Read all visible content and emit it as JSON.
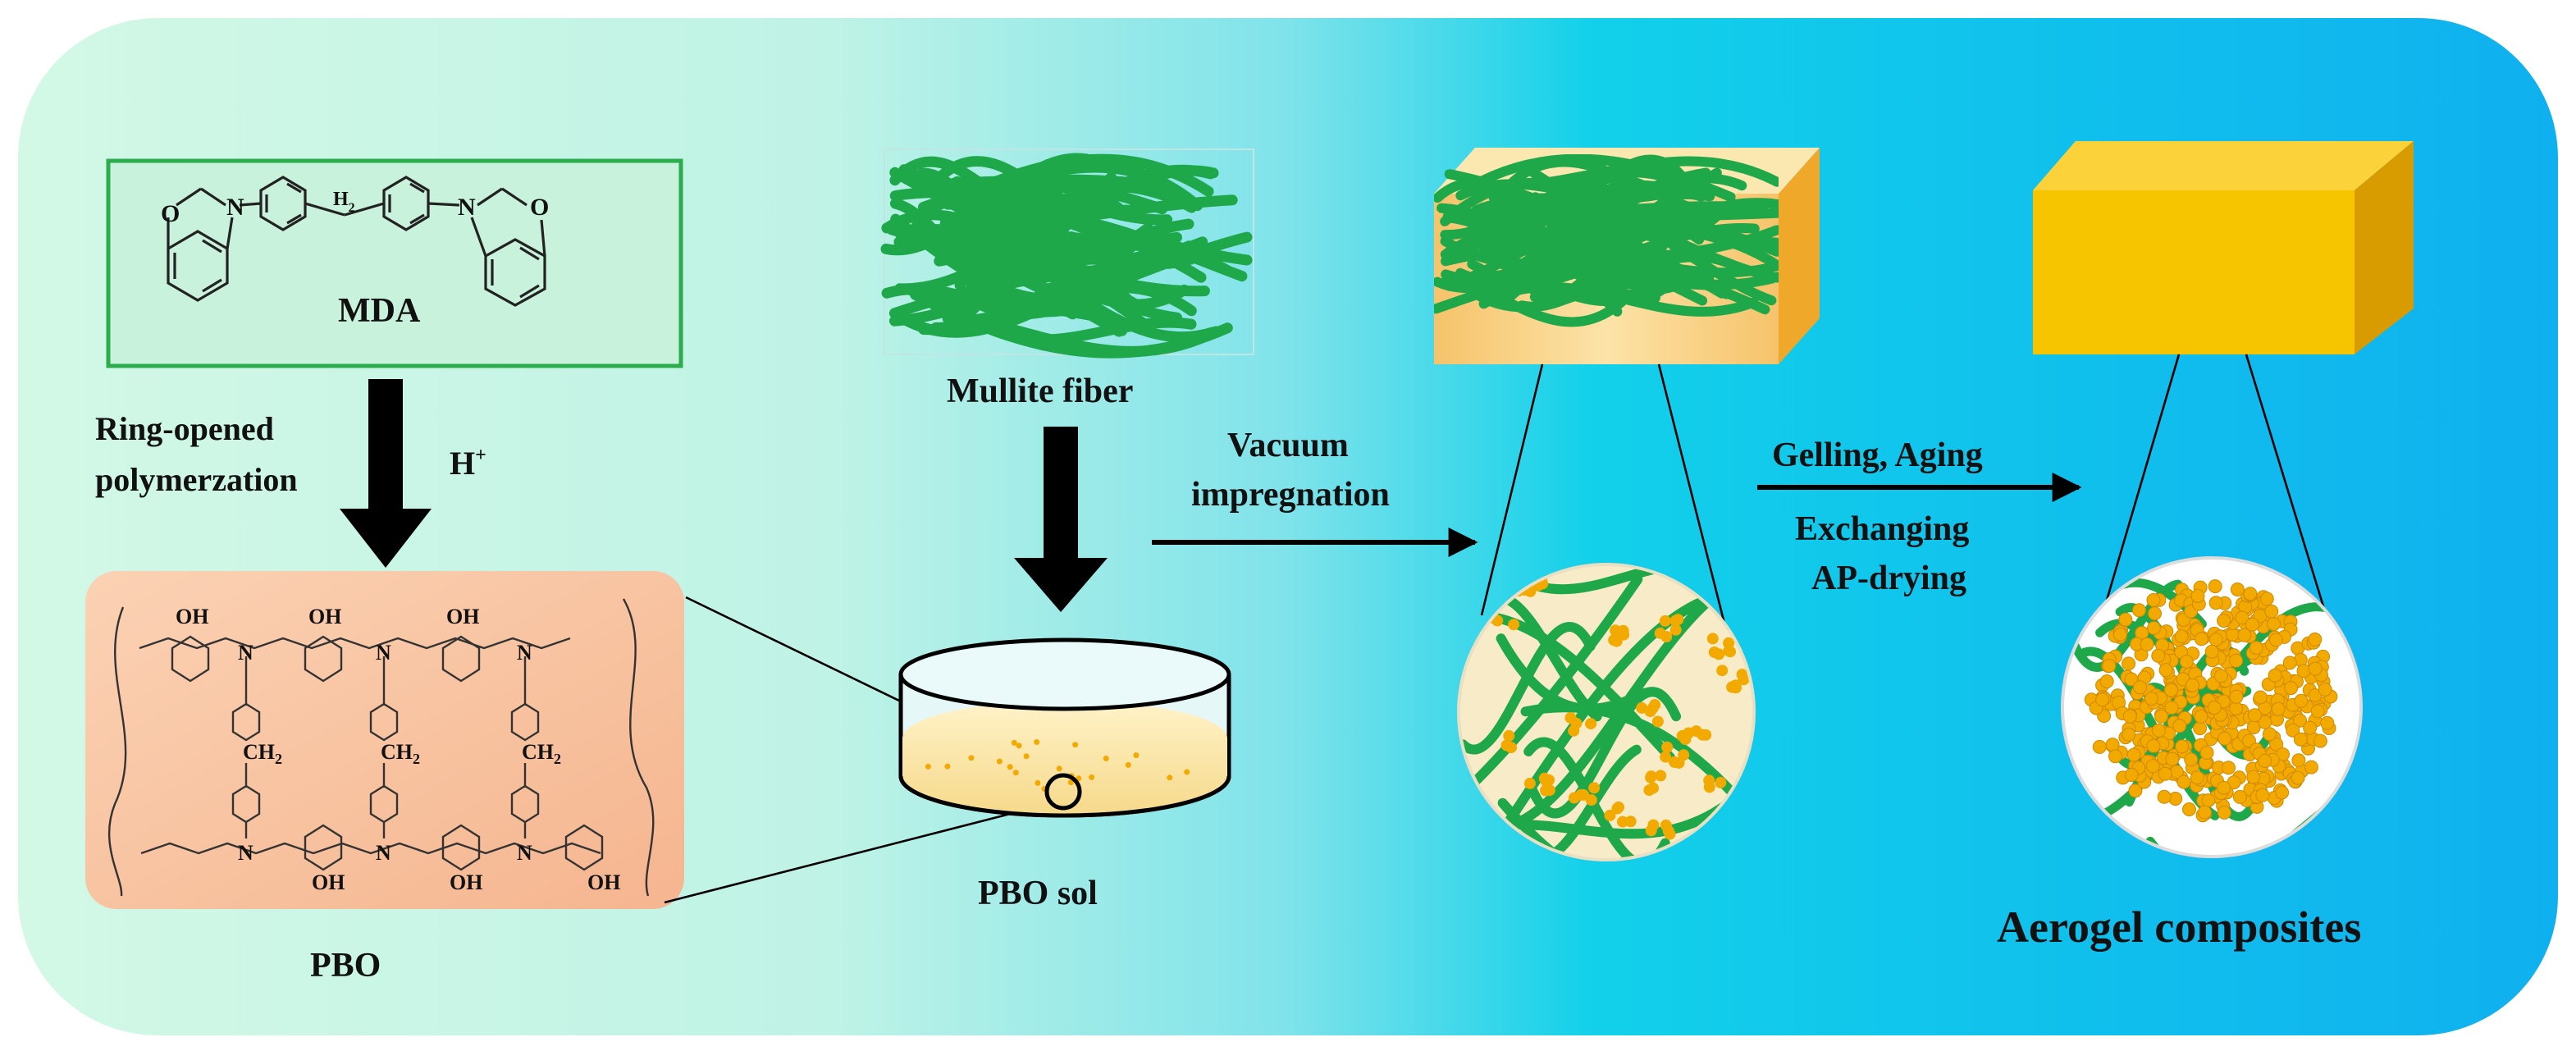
{
  "colors": {
    "bg_left": "#cdf7e4",
    "bg_mid": "#9feaea",
    "bg_right": "#11b4ee",
    "fiber_green": "#1fa84a",
    "gel_particle": "#f2a900",
    "block_yellow": "#f7c400",
    "pbo_box": "#f9c7a4",
    "mda_border": "#2cad4d"
  },
  "labels": {
    "mda": "MDA",
    "h2": "H",
    "h2_sub": "2",
    "step1_line1": "Ring-opened",
    "step1_line2": "polymerzation",
    "catalyst": "H",
    "catalyst_sup": "+",
    "pbo": "PBO",
    "mullite_fiber": "Mullite fiber",
    "pbo_sol": "PBO sol",
    "vacuum_line1": "Vacuum",
    "vacuum_line2": "impregnation",
    "gelling": "Gelling,  Aging",
    "exchanging": "Exchanging",
    "ap_drying": "AP-drying",
    "aerogel_composites": "Aerogel composites"
  },
  "structure_labels": {
    "oh": "OH",
    "n": "N",
    "o": "O",
    "ch2": "CH",
    "ch2_sub": "2"
  }
}
